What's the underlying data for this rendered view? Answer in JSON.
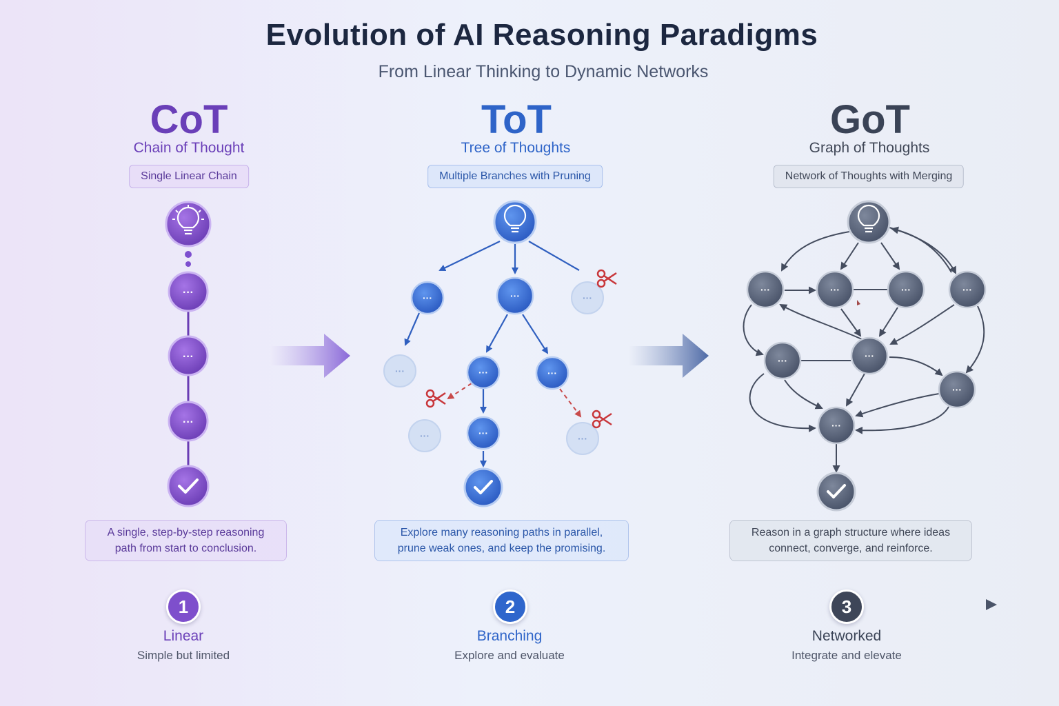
{
  "header": {
    "title": "Evolution of AI Reasoning Paradigms",
    "subtitle": "From Linear Thinking to Dynamic Networks"
  },
  "colors": {
    "cot": "#7a46c4",
    "tot": "#2f66cc",
    "got": "#4a556b"
  },
  "columns": [
    {
      "abbr": "CoT",
      "name": "Chain of Thought",
      "pill": "Single Linear Chain",
      "desc_line1": "A single, step-by-step reasoning",
      "desc_line2": "path from start to conclusion."
    },
    {
      "abbr": "ToT",
      "name": "Tree of Thoughts",
      "pill": "Multiple Branches with Pruning",
      "desc_line1": "Explore many reasoning paths in parallel,",
      "desc_line2": "prune weak ones, and keep the promising."
    },
    {
      "abbr": "GoT",
      "name": "Graph of Thoughts",
      "pill": "Network of Thoughts with Merging",
      "desc_line1": "Reason in a graph structure where ideas",
      "desc_line2": "connect, converge, and reinforce."
    }
  ],
  "timeline": [
    {
      "number": "1",
      "label": "Linear",
      "sub": "Simple but limited"
    },
    {
      "number": "2",
      "label": "Branching",
      "sub": "Explore and evaluate"
    },
    {
      "number": "3",
      "label": "Networked",
      "sub": "Integrate and elevate"
    }
  ],
  "icons": {
    "start": "lightbulb-icon",
    "step": "ellipsis-icon",
    "end": "checkmark-icon",
    "prune": "scissors-icon",
    "transition": "arrow-right-icon"
  }
}
